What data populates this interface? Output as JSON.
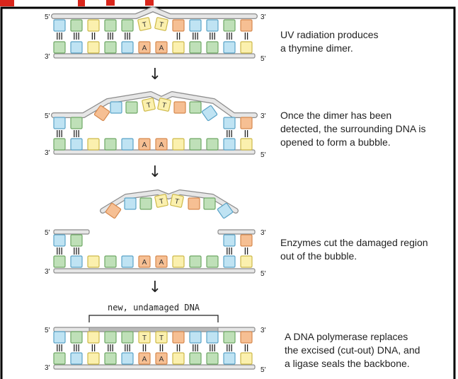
{
  "strand_ends": {
    "five_prime": "5'",
    "three_prime": "3'"
  },
  "base_letters": {
    "thymine": "T",
    "adenine": "A"
  },
  "colors": {
    "backbone_fill": "#e6e6e6",
    "backbone_stroke": "#8c8c8c",
    "blue": "#bfe3f3",
    "blue_stroke": "#5aa3c7",
    "green": "#bfe0b8",
    "green_stroke": "#6fa866",
    "yellow": "#fbf0ae",
    "yellow_stroke": "#cdb94a",
    "orange": "#f6bf93",
    "orange_stroke": "#d6894e",
    "frame": "#000000",
    "accent": "#d9261c"
  },
  "steps": [
    {
      "caption": "UV radiation produces\na thymine dimer."
    },
    {
      "caption": "Once the dimer has been\ndetected, the surrounding DNA is\nopened to form a bubble."
    },
    {
      "caption": "Enzymes cut the damaged region\nout of the bubble."
    },
    {
      "caption": "A DNA polymerase replaces\nthe excised (cut-out) DNA, and\na ligase seals the backbone.",
      "bracket_label": "new, undamaged DNA"
    }
  ],
  "arrow_glyph": "↓"
}
